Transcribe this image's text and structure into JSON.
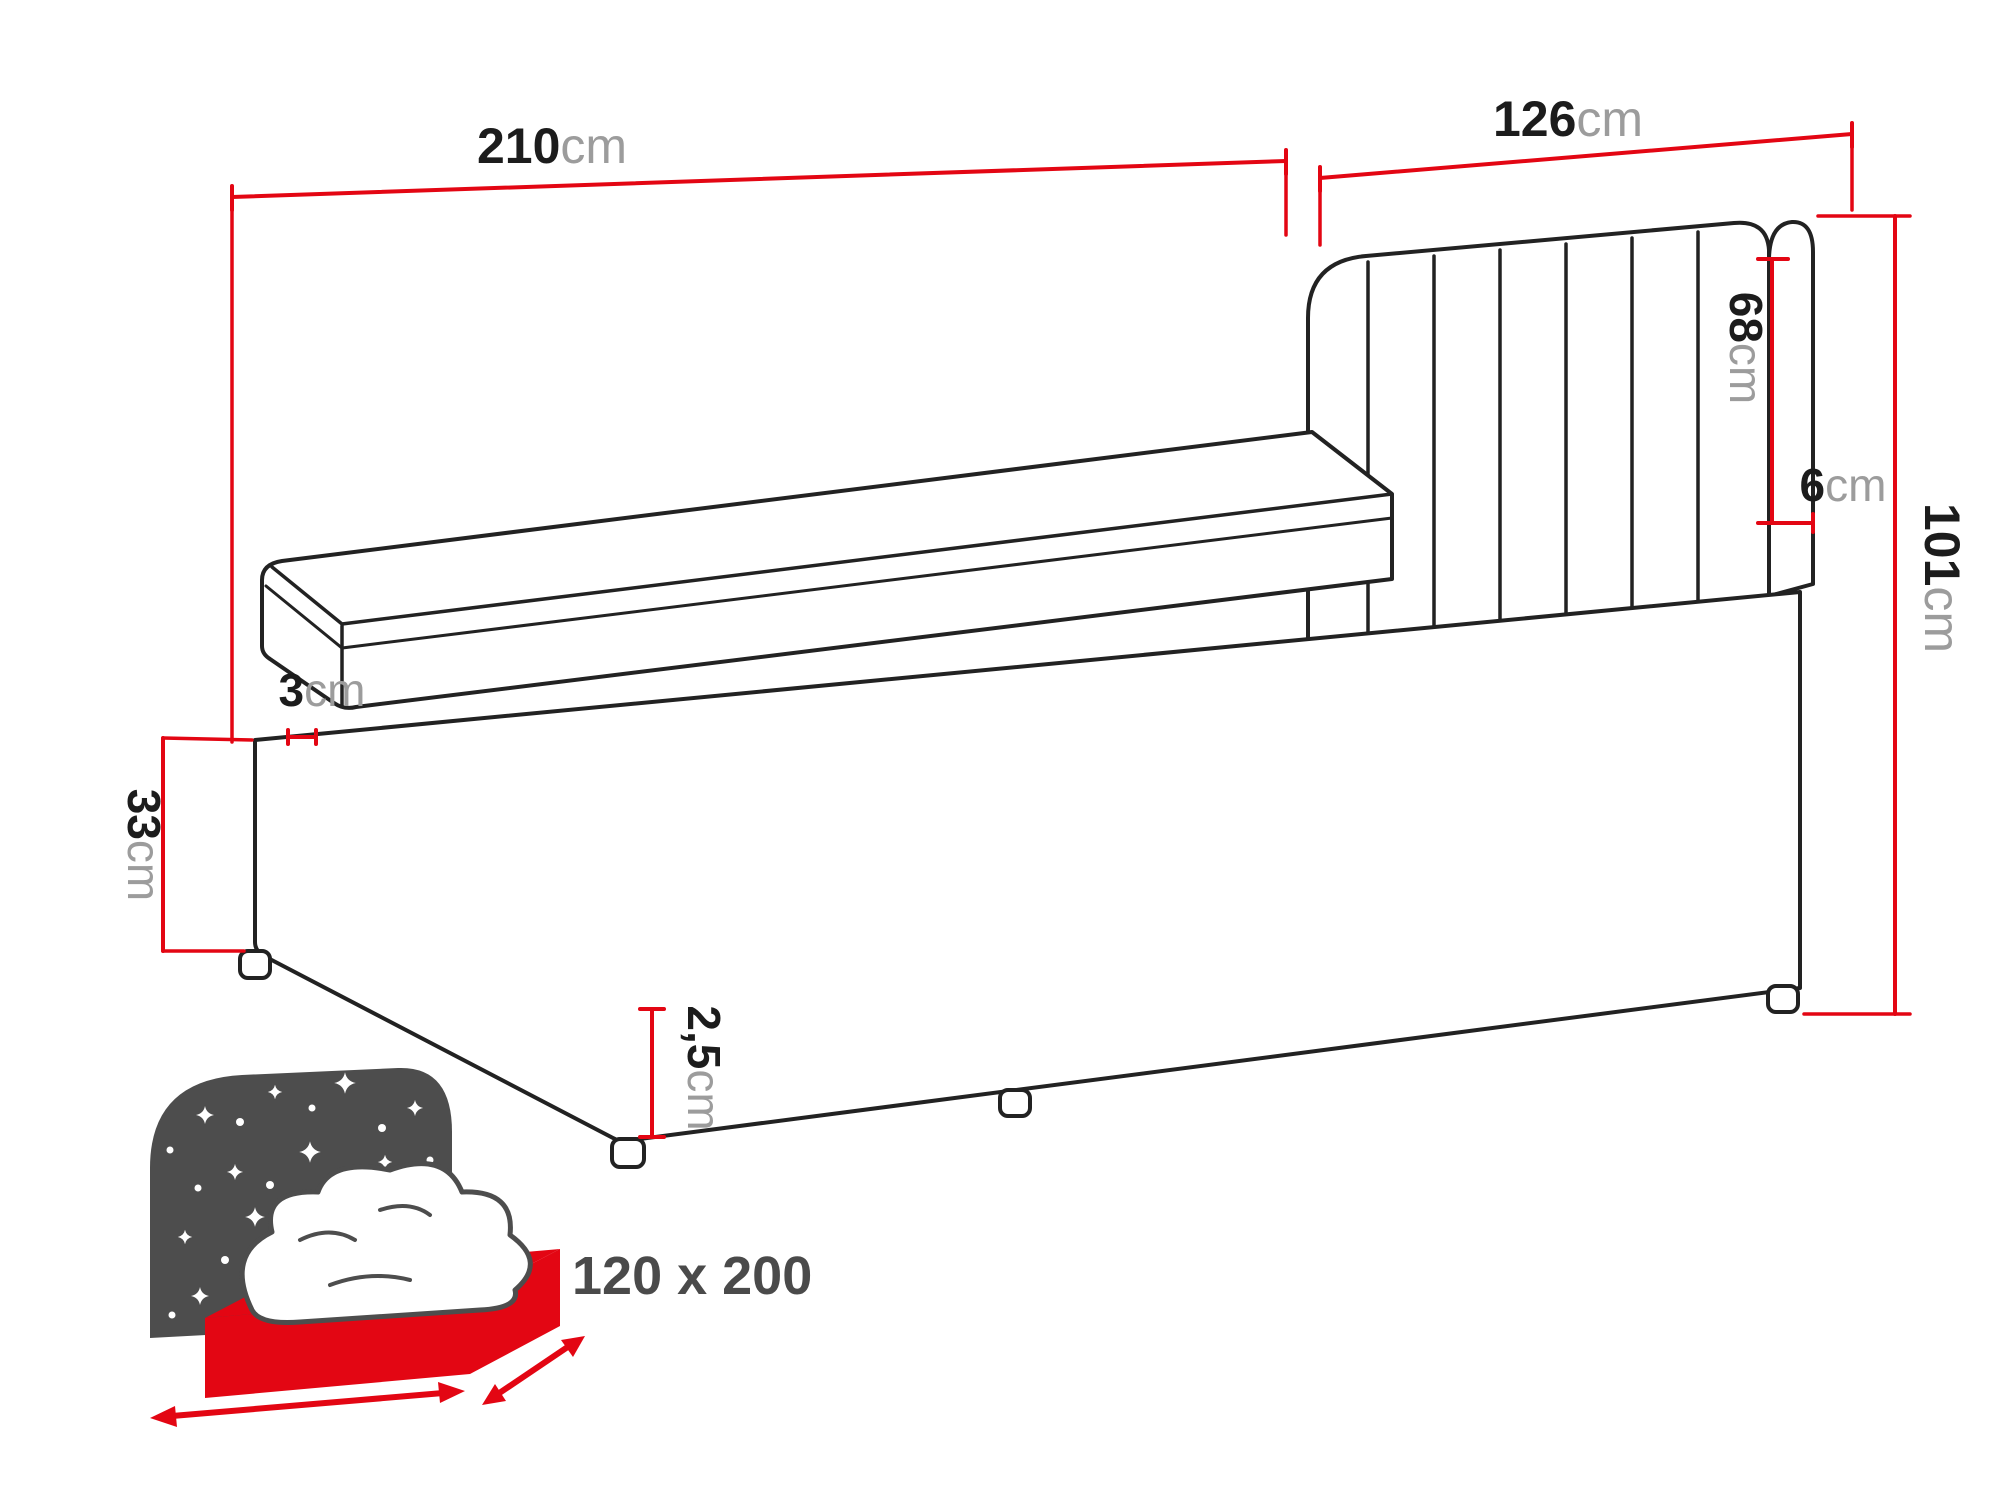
{
  "diagram": {
    "type": "furniture-dimension-diagram",
    "subject": "single bed with upholstered headboard",
    "colors": {
      "dimension_red": "#e30613",
      "drawing_outline": "#222222",
      "number_text": "#1c1c1c",
      "unit_text": "#9c9c9c",
      "icon_gray": "#4d4d4d"
    },
    "dims": {
      "length": {
        "value": "210",
        "unit": "cm"
      },
      "headboard_width": {
        "value": "126",
        "unit": "cm"
      },
      "headboard_height": {
        "value": "68",
        "unit": "cm"
      },
      "headboard_depth": {
        "value": "6",
        "unit": "cm"
      },
      "total_height": {
        "value": "101",
        "unit": "cm"
      },
      "mattress_edge": {
        "value": "3",
        "unit": "cm"
      },
      "base_height": {
        "value": "33",
        "unit": "cm"
      },
      "legs_height": {
        "value": "2,5",
        "unit": "cm"
      }
    },
    "icon": {
      "size_label": "120 x 200"
    }
  }
}
